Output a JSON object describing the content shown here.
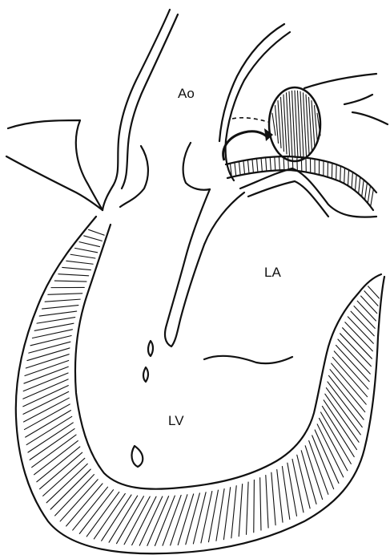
{
  "labels": {
    "aorta": "Ao",
    "left_atrium": "LA",
    "left_ventricle": "LV"
  },
  "colors": {
    "ink": "#111111",
    "background": "#ffffff"
  }
}
